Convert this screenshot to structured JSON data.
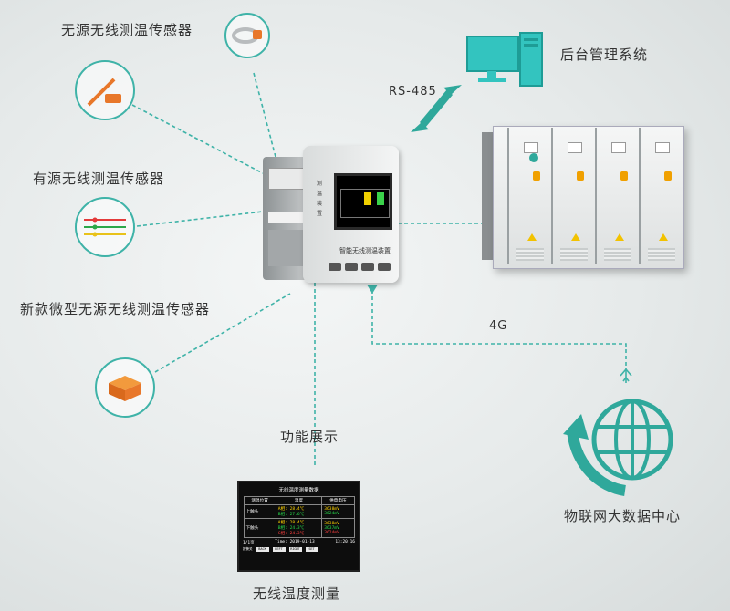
{
  "labels": {
    "passive_sensor": "无源无线测温传感器",
    "active_sensor": "有源无线测温传感器",
    "micro_sensor": "新款微型无源无线测温传感器",
    "backend": "后台管理系统",
    "rs485": "RS-485",
    "net_4g": "4G",
    "function_display": "功能展示",
    "wireless_temp": "无线温度测量",
    "iot_center": "物联网大数据中心"
  },
  "device": {
    "name": "智能无线测温装置"
  },
  "screen": {
    "title": "无线温度测量数据",
    "headers": [
      "测温位置",
      "温度",
      "供电电压"
    ],
    "rows": [
      {
        "position": "上触头",
        "phases": [
          "A相:",
          "B相:"
        ],
        "temps": [
          "28.4℃",
          "27.6℃"
        ],
        "volts": [
          "3638mV",
          "3624mV"
        ]
      },
      {
        "position": "下触头",
        "phases": [
          "A相:",
          "B相:",
          "C相:"
        ],
        "temps": [
          "28.4℃",
          "24.3℃",
          "24.3℃"
        ],
        "volts": [
          "3638mV",
          "3637mV",
          "3624mV"
        ]
      }
    ],
    "page": "1/1页",
    "time_label": "Time:",
    "date": "2019-01-13",
    "time": "13:20:16",
    "alarm_label": "报警关",
    "buttons": [
      "BACK",
      "LEFT",
      "RIGHT",
      "SET"
    ]
  },
  "colors": {
    "accent": "#2fa89b",
    "dash": "#3fb3a8"
  }
}
